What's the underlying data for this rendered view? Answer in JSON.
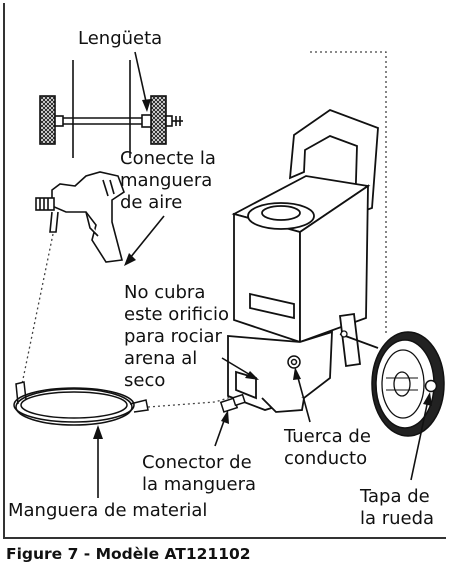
{
  "labels": {
    "tab": "Lengüeta",
    "air_hose": "Conecte la\nmanguera\nde aire",
    "no_cover": "No cubra\neste orificio\npara rociar\narena al\nseco",
    "conduit_nut": "Tuerca de\nconducto",
    "hose_connector": "Conector de\nla manguera",
    "wheel_cap": "Tapa de\nla rueda",
    "material_hose": "Manguera de material"
  },
  "caption": "Figure 7 - Modèle AT121102",
  "colors": {
    "ink": "#111111",
    "frame": "#333333",
    "hatch": "#555555"
  }
}
